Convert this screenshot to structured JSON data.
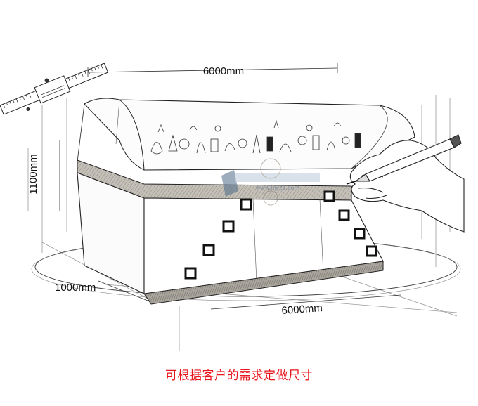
{
  "dimensions": {
    "top_width": "6000mm",
    "height": "1100mm",
    "depth": "1000mm",
    "bottom_width": "6000mm"
  },
  "watermark": {
    "url": "www.hiyz1.com"
  },
  "caption": "可根据客户的需求定做尺寸",
  "colors": {
    "caption": "#e8161c",
    "line": "#222222",
    "band": "#b9b5ad",
    "watermark": "#4f6b8a"
  }
}
